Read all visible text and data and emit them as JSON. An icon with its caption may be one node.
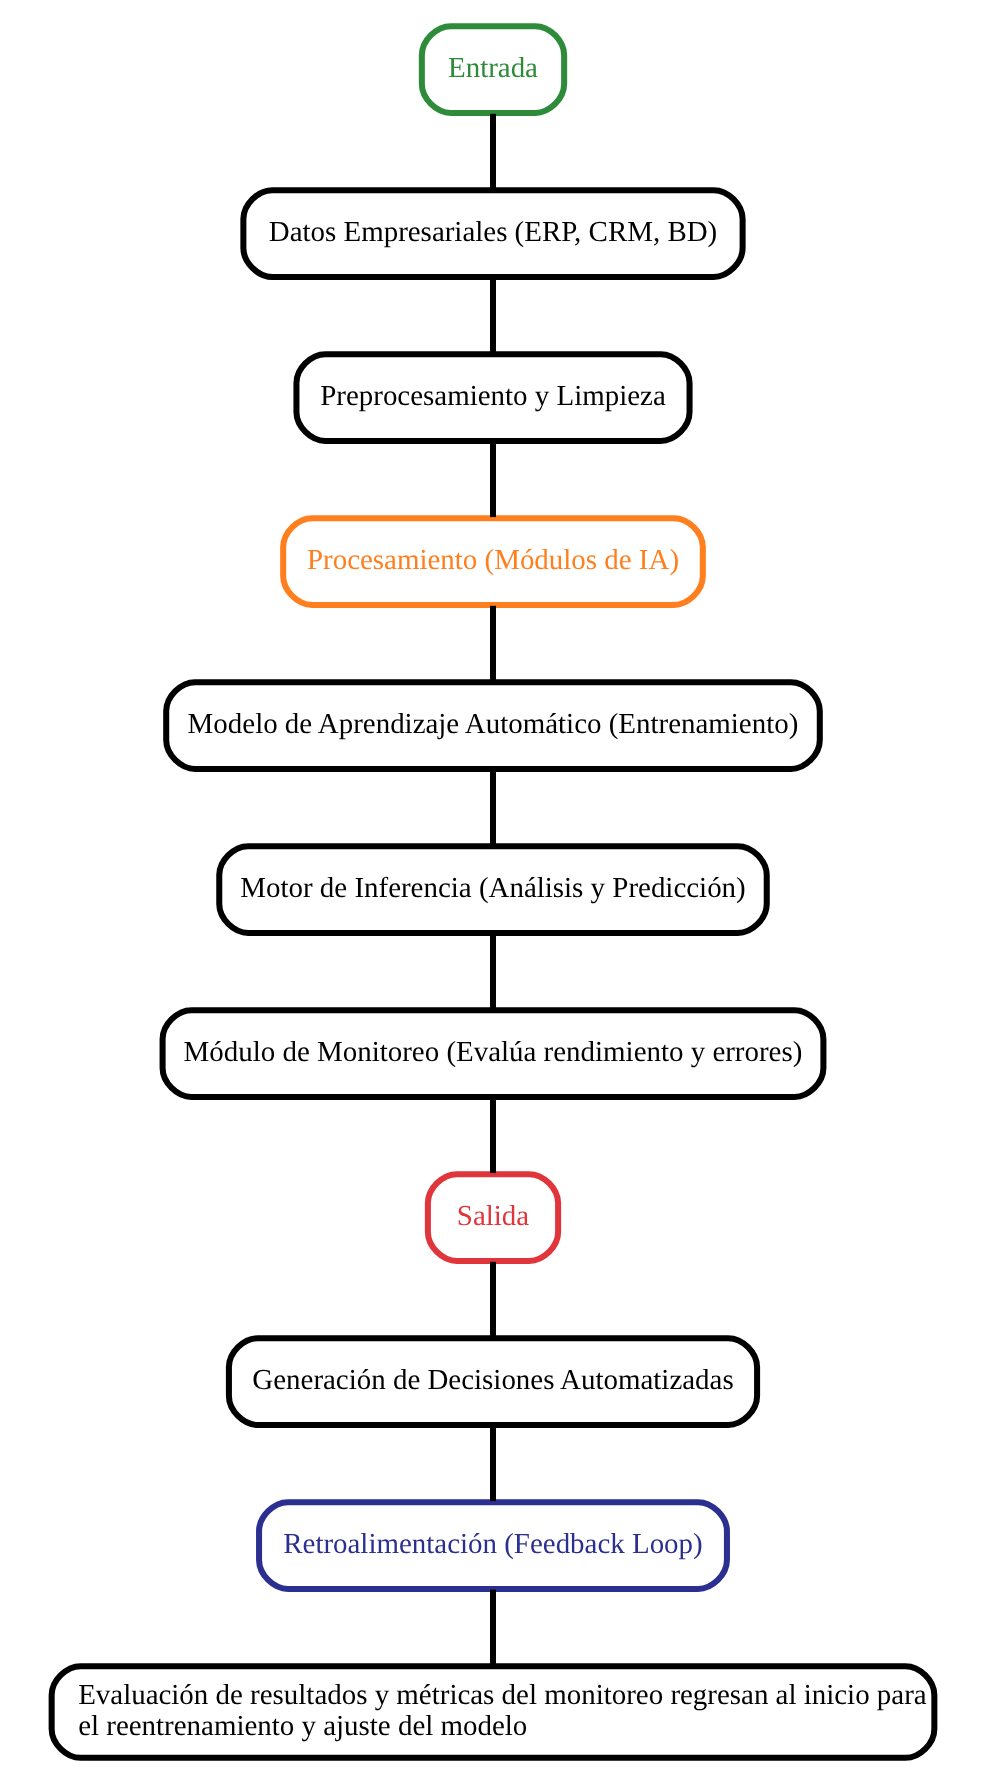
{
  "diagram": {
    "nodes": [
      {
        "text": [
          "Entrada"
        ]
      },
      {
        "text": [
          "Datos Empresariales (ERP, CRM, BD)"
        ]
      },
      {
        "text": [
          "Preprocesamiento y Limpieza"
        ]
      },
      {
        "text": [
          "Procesamiento (Módulos de IA)"
        ]
      },
      {
        "text": [
          "Modelo de Aprendizaje Automático (Entrenamiento)"
        ]
      },
      {
        "text": [
          "Motor de Inferencia (Análisis y Predicción)"
        ]
      },
      {
        "text": [
          "Módulo de Monitoreo (Evalúa rendimiento y errores)"
        ]
      },
      {
        "text": [
          "Salida"
        ]
      },
      {
        "text": [
          "Generación de Decisiones Automatizadas"
        ]
      },
      {
        "text": [
          "Retroalimentación (Feedback Loop)"
        ]
      },
      {
        "text": [
          "Evaluación de resultados y métricas del monitoreo regresan al inicio para el reentrenamiento y ajuste del modelo"
        ]
      }
    ],
    "edges": [
      {
        "from": 0,
        "to": 1,
        "arrow": "none"
      },
      {
        "from": 1,
        "to": 2,
        "arrow": "none"
      },
      {
        "from": 2,
        "to": 3,
        "arrow": "none"
      },
      {
        "from": 3,
        "to": 4,
        "arrow": "none"
      },
      {
        "from": 4,
        "to": 5,
        "arrow": "none"
      },
      {
        "from": 5,
        "to": 6,
        "arrow": "none"
      },
      {
        "from": 6,
        "to": 7,
        "arrow": "none"
      },
      {
        "from": 7,
        "to": 8,
        "arrow": "none"
      },
      {
        "from": 8,
        "to": 9,
        "arrow": "none"
      },
      {
        "from": 9,
        "to": 10,
        "arrow": "none"
      }
    ]
  }
}
